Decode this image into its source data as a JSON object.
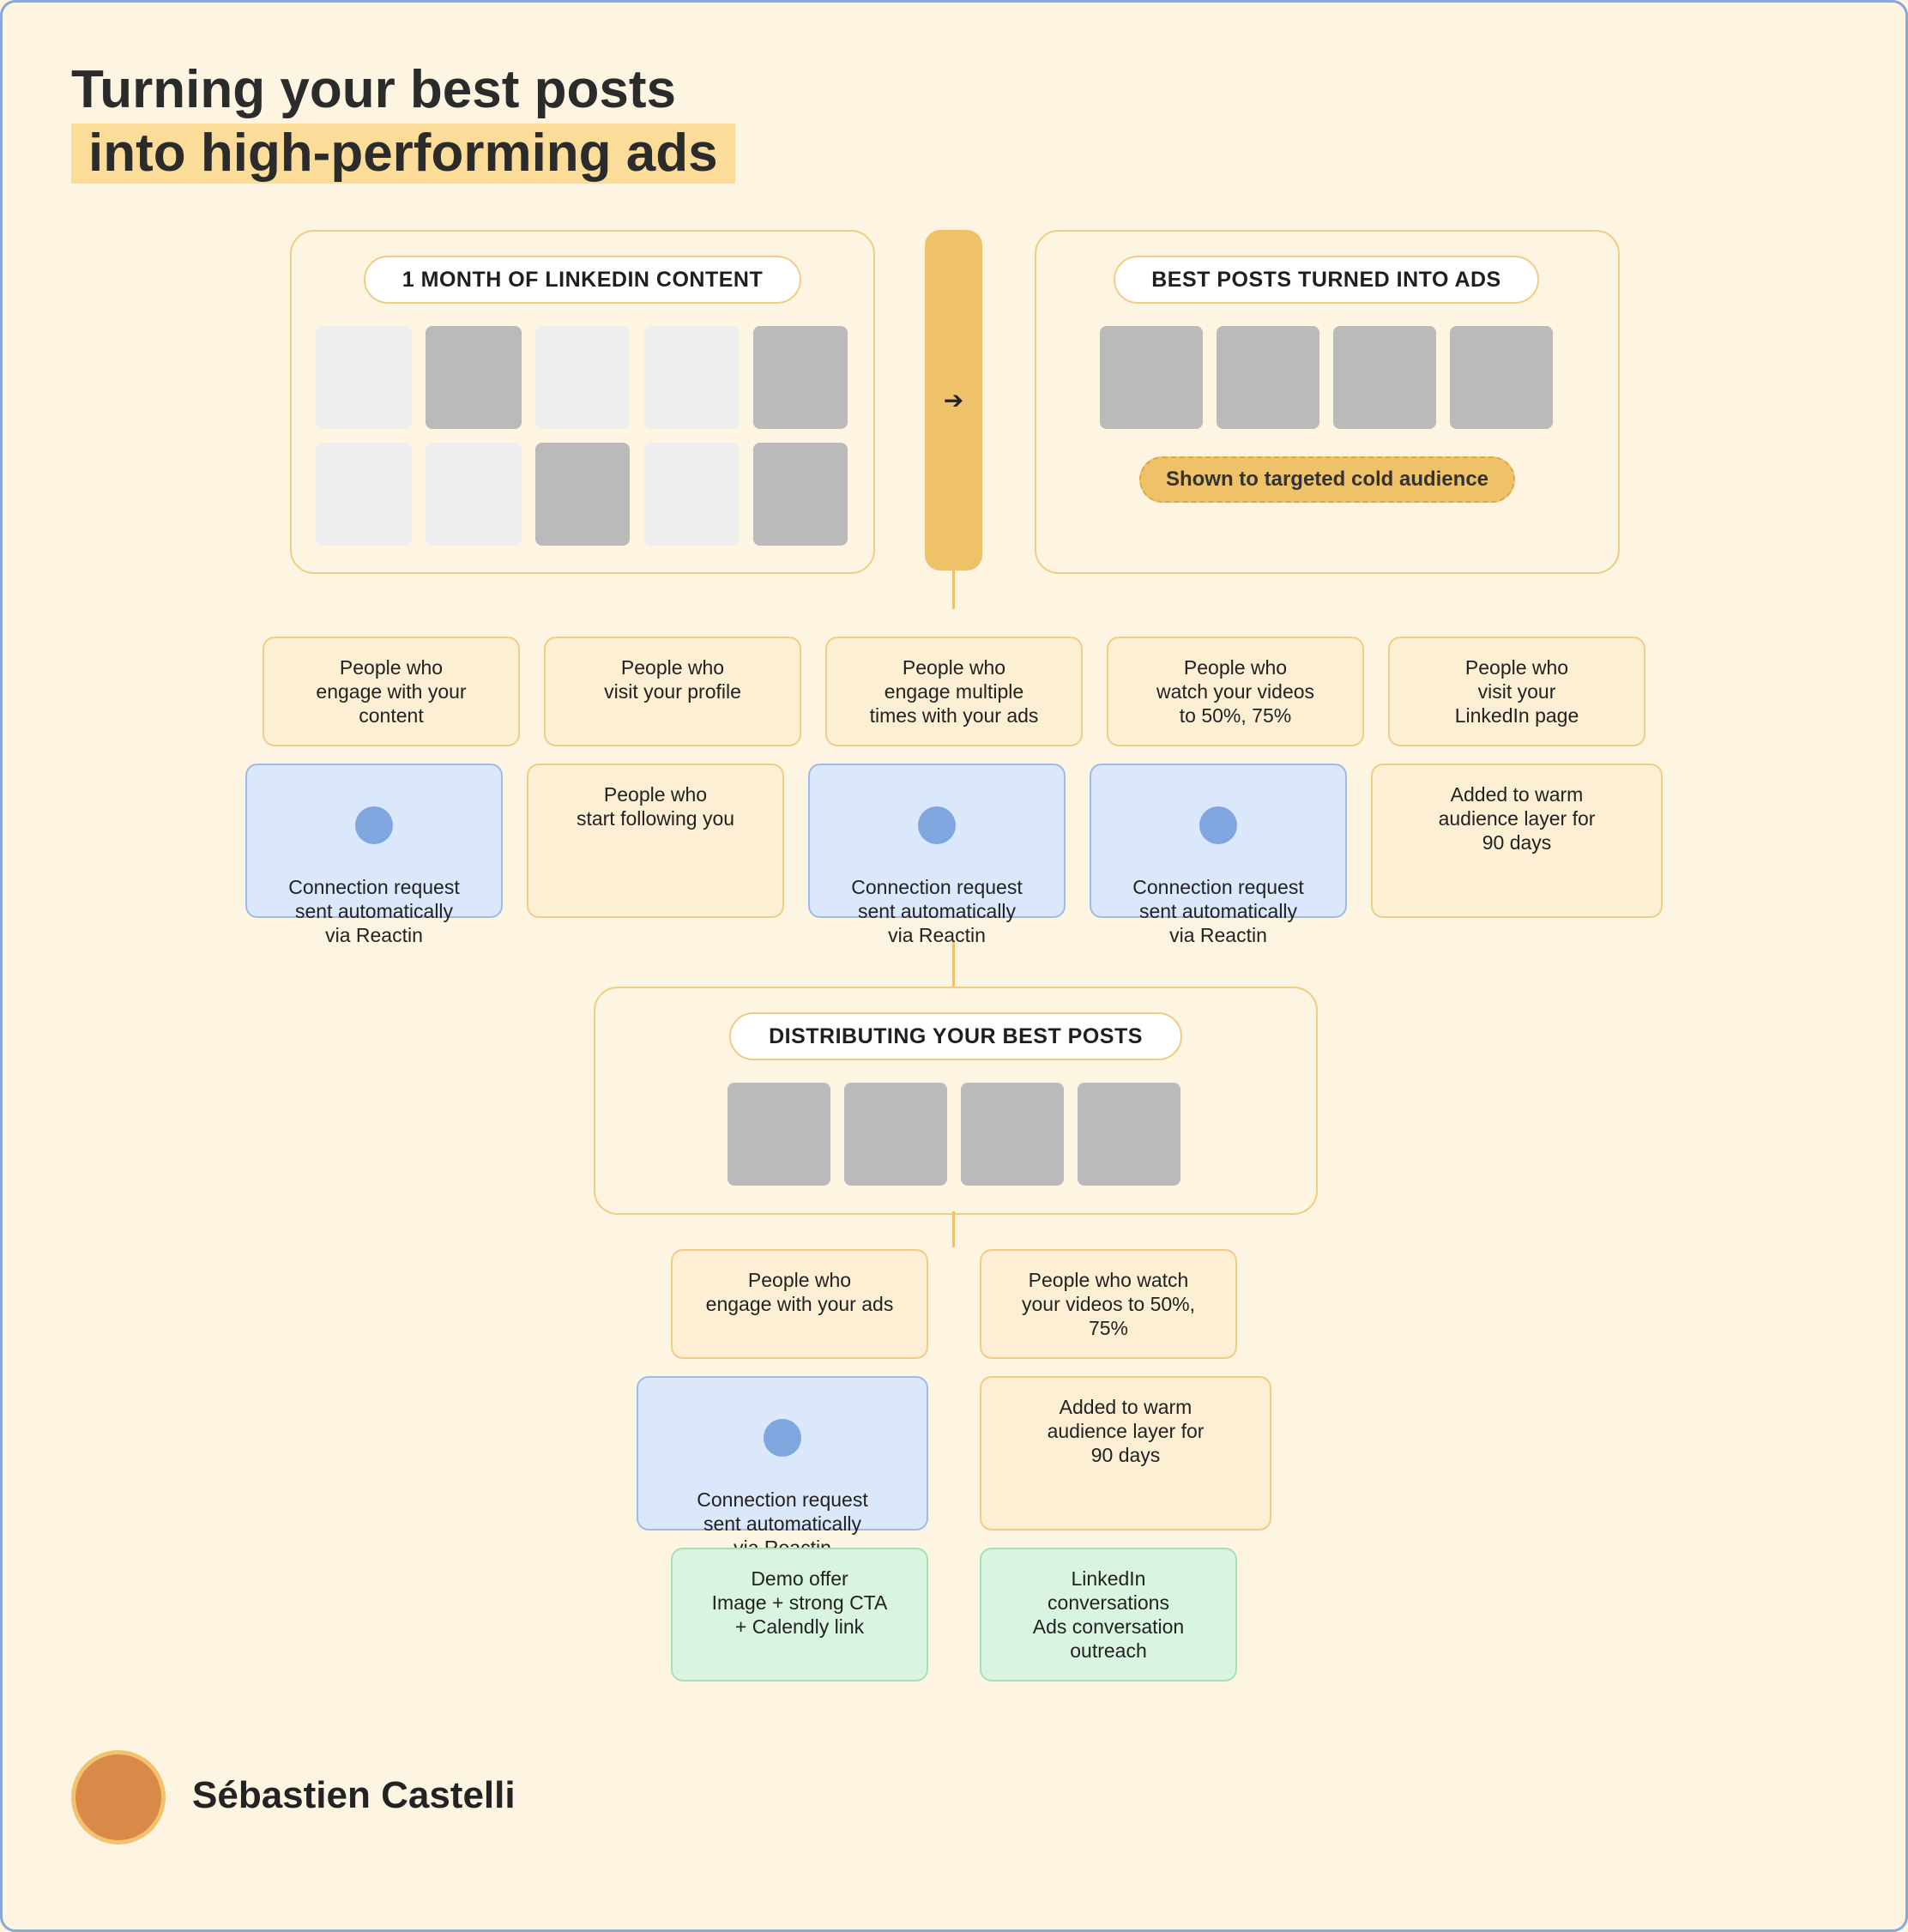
{
  "title": {
    "line1": "Turning your best posts",
    "line2": "into high-performing ads"
  },
  "panels": {
    "content_month": "1 MONTH OF LINKEDIN CONTENT",
    "best_posts": "BEST POSTS TURNED INTO ADS",
    "distributing": "DISTRIBUTING YOUR BEST POSTS"
  },
  "arrow_symbol": "➔",
  "cold_audience": "Shown to targeted cold audience",
  "row1": [
    "People who\nengage with your\ncontent",
    "People who\nvisit your profile",
    "People who\nengage multiple\ntimes with your ads",
    "People who\nwatch your videos\nto 50%, 75%",
    "People who\nvisit your\nLinkedIn page"
  ],
  "row2": [
    "Connection request\nsent automatically\nvia Reactin",
    "People who\nstart following you",
    "Connection request\nsent automatically\nvia Reactin",
    "Connection request\nsent automatically\nvia Reactin",
    "Added to warm\naudience layer for\n90 days"
  ],
  "dist_left": {
    "a": "People who\nengage with your ads",
    "b": "Connection request\nsent automatically\nvia Reactin",
    "c": "Demo offer\nImage + strong CTA\n+ Calendly link"
  },
  "dist_right": {
    "a": "People who watch\nyour videos to 50%,\n75%",
    "b": "Added to warm\naudience layer for\n90 days",
    "c": "LinkedIn\nconversations\nAds conversation\noutreach"
  },
  "author": "Sébastien Castelli",
  "colors": {
    "background": "#fdf5e2",
    "accent": "#efc269",
    "highlight": "#fbdc98",
    "blue_box": "#dbe8fb",
    "green_box": "#d9f5e1"
  }
}
